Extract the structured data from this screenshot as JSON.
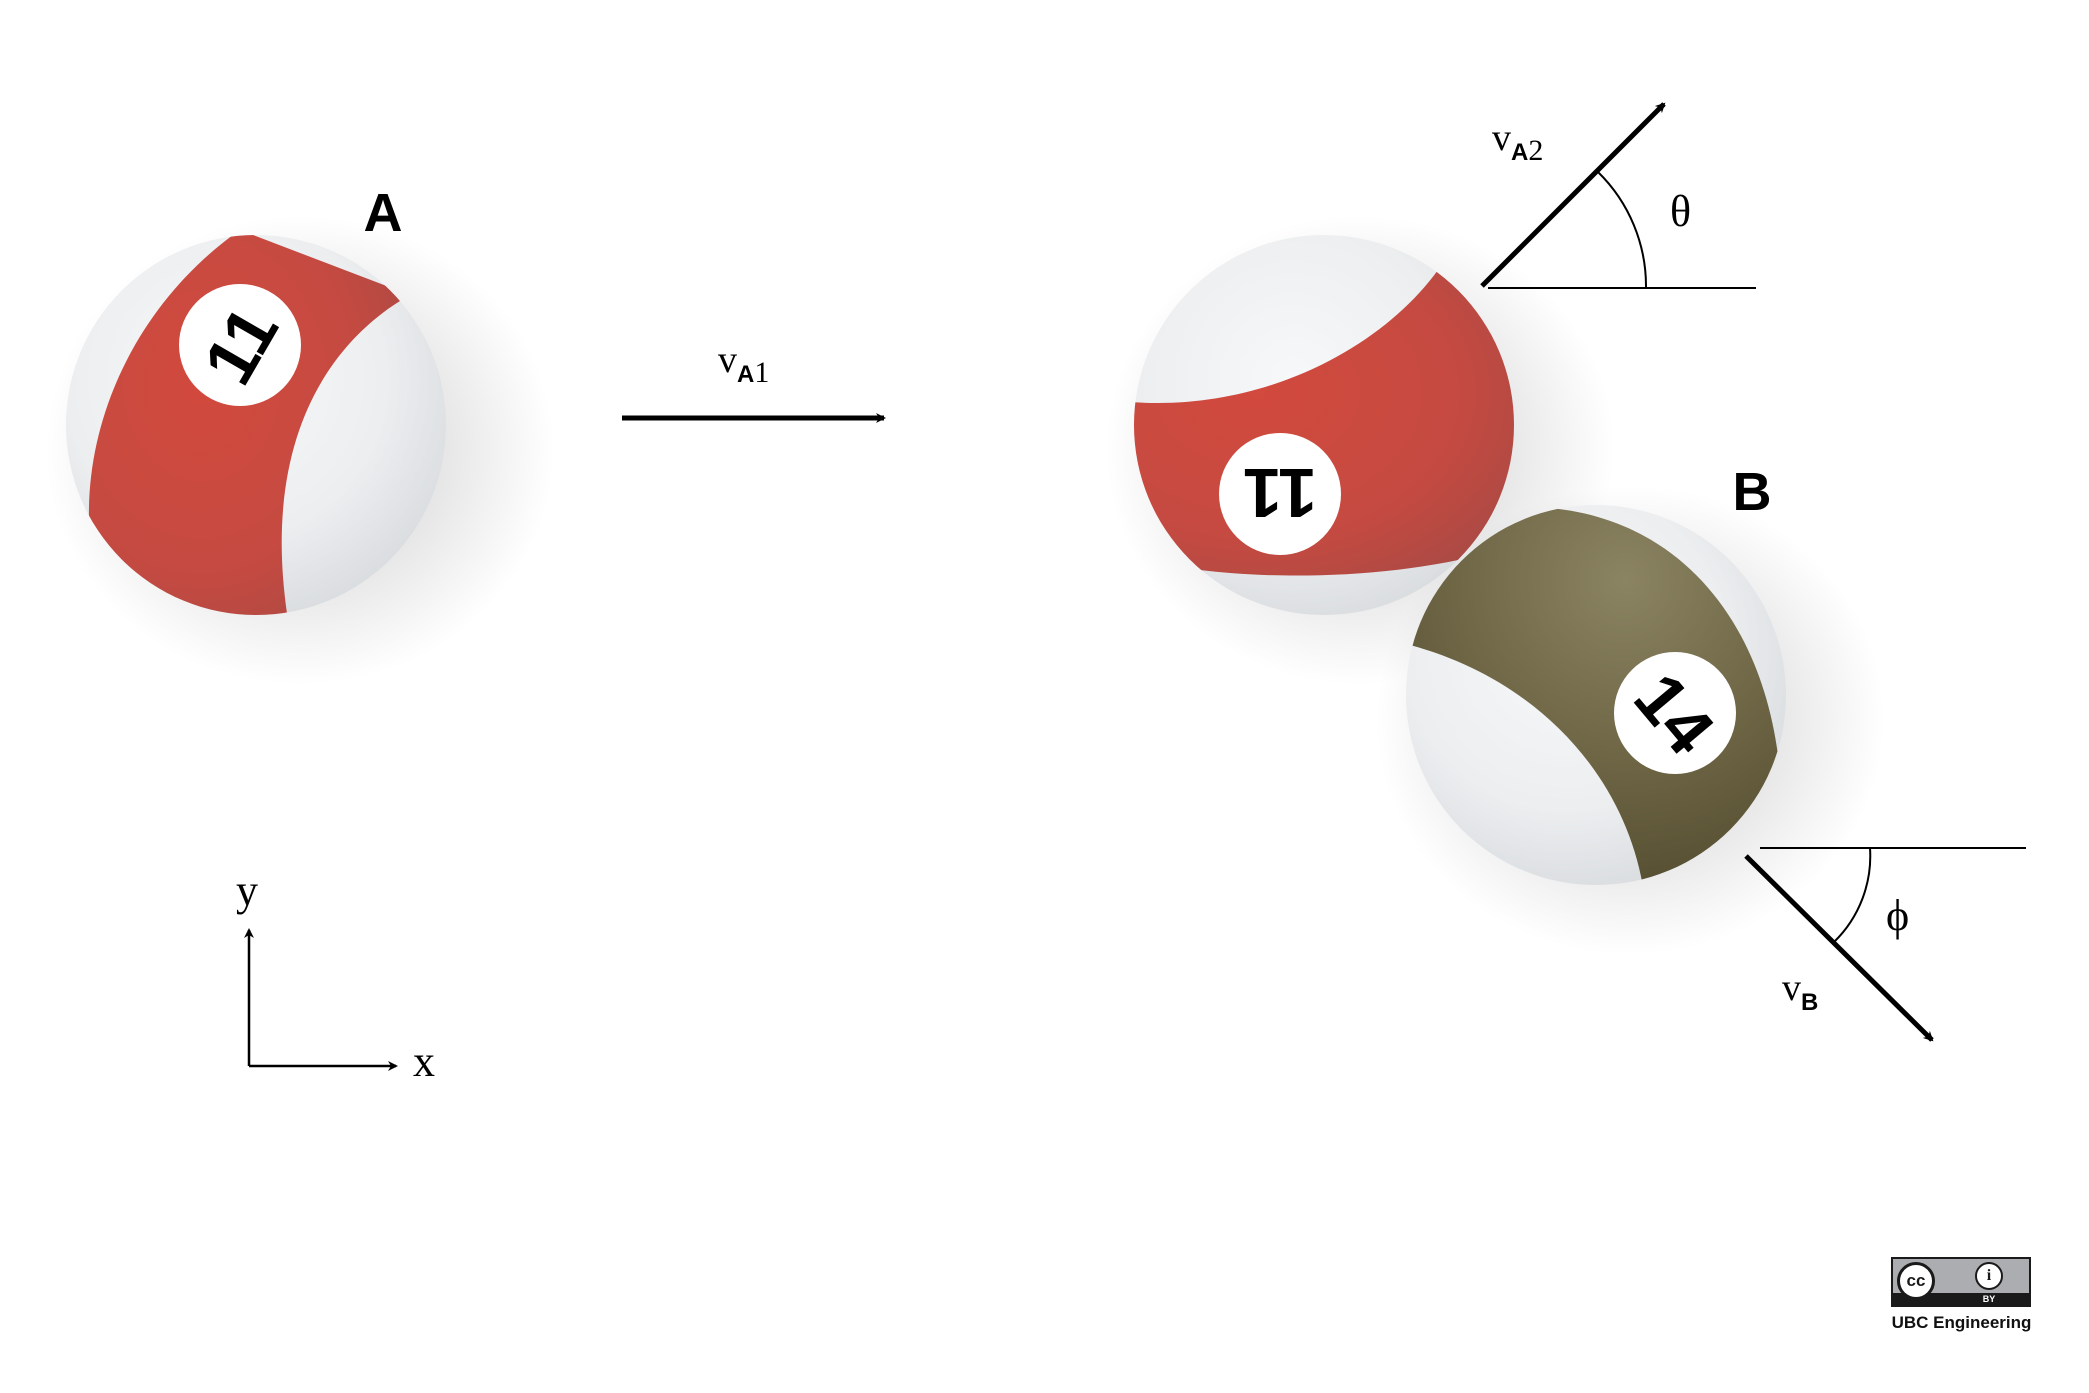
{
  "labels": {
    "ball_a": "A",
    "ball_b": "B",
    "ball_a_number": "11",
    "ball_a_after_number": "11",
    "ball_b_number": "14"
  },
  "velocities": {
    "va1": {
      "v": "v",
      "sub": "A",
      "index": "1"
    },
    "va2": {
      "v": "v",
      "sub": "A",
      "index": "2"
    },
    "vb": {
      "v": "v",
      "sub": "B"
    }
  },
  "angles": {
    "theta": "θ",
    "phi": "ϕ"
  },
  "axes": {
    "x": "x",
    "y": "y"
  },
  "license": {
    "cc": "cc",
    "by": "BY",
    "credit": "UBC Engineering"
  },
  "colors": {
    "ball_11_stripe": "#c94a40",
    "ball_14_stripe": "#6e6645",
    "ball_white": "#e6e8ea",
    "ink": "#000000"
  }
}
